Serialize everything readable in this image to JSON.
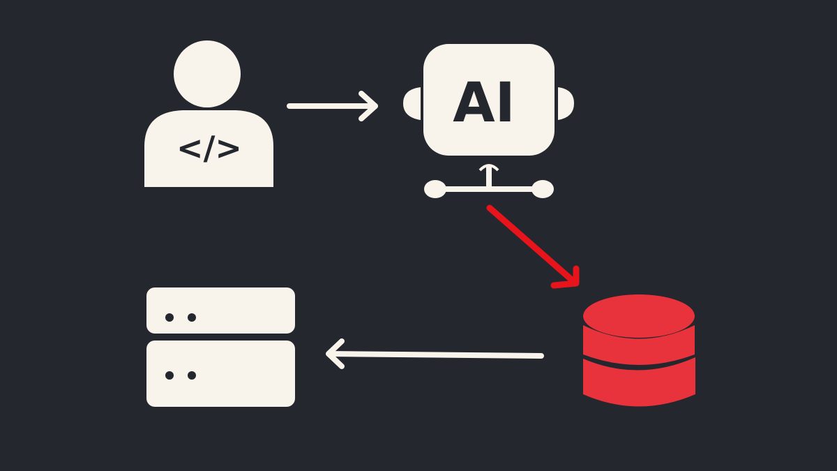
{
  "colors": {
    "background": "#24272d",
    "icon_fill": "#f8f4ec",
    "database_fill": "#e8323c",
    "highlight_arrow": "#e8141c"
  },
  "nodes": {
    "developer": {
      "icon": "developer-person-icon",
      "code_glyph": "</>"
    },
    "ai": {
      "icon": "ai-robot-icon",
      "label": "AI"
    },
    "database": {
      "icon": "database-icon"
    },
    "server": {
      "icon": "server-stack-icon"
    }
  },
  "edges": [
    {
      "from": "developer",
      "to": "ai",
      "color": "#f8f4ec"
    },
    {
      "from": "ai",
      "to": "database",
      "color": "#e8141c"
    },
    {
      "from": "database",
      "to": "server",
      "color": "#f8f4ec"
    }
  ]
}
